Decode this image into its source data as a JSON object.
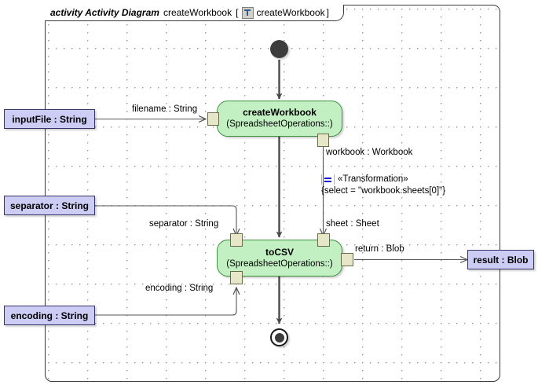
{
  "frame": {
    "kind": "activity Activity Diagram",
    "name": "createWorkbook",
    "bracket_open": "[",
    "icon": "activity-diagram-icon",
    "inner_name": "createWorkbook",
    "bracket_close": "]"
  },
  "nodes": {
    "initial": {
      "name": "initial-node"
    },
    "final": {
      "name": "activity-final-node"
    },
    "create_workbook": {
      "title": "createWorkbook",
      "subtitle": "(SpreadsheetOperations::)"
    },
    "to_csv": {
      "title": "toCSV",
      "subtitle": "(SpreadsheetOperations::)"
    }
  },
  "parameters": [
    {
      "label": "inputFile : String",
      "name": "param-input-file"
    },
    {
      "label": "separator : String",
      "name": "param-separator"
    },
    {
      "label": "encoding : String",
      "name": "param-encoding"
    },
    {
      "label": "result : Blob",
      "name": "param-result"
    }
  ],
  "edge_labels": {
    "filename": "filename : String",
    "workbook": "workbook : Workbook",
    "separator": "separator : String",
    "sheet": "sheet : Sheet",
    "encoding": "encoding : String",
    "return": "return : Blob"
  },
  "transformation": {
    "stereotype": "«Transformation»",
    "constraint": "{select = \"workbook.sheets[0]\"}",
    "icon": "transformation-equals-icon"
  },
  "colors": {
    "node_fill": "#c2f0c2",
    "node_border": "#3f8f3f",
    "param_fill": "#ccccf5",
    "param_border": "#333366",
    "pin_fill": "#e6e6c8",
    "pin_border": "#6b6b4a",
    "flow": "#4a4a4a",
    "object_flow": "#555555",
    "accent_blue": "#1515dd"
  }
}
